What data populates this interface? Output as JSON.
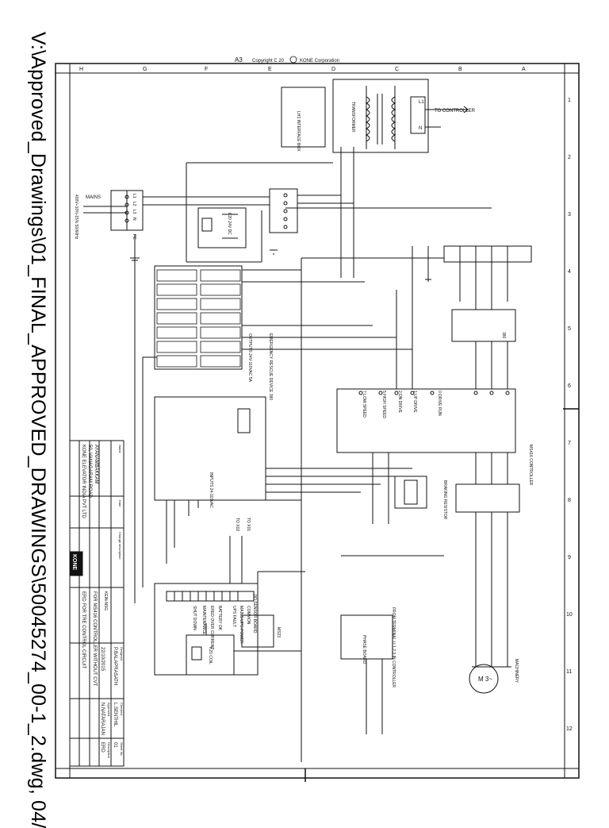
{
  "file_path": "V:\\Approved_Drawings\\01_FINAL_APPROVED_DRAWINGS\\50045274_00-1_2.dwg, 04/",
  "sheet": {
    "size": "A3",
    "copyright": "Copyright C 20",
    "company": "KONE Corporation",
    "col_letters": [
      "H",
      "G",
      "F",
      "E",
      "D",
      "C",
      "B",
      "A"
    ],
    "row_numbers": [
      "1",
      "2",
      "3",
      "4",
      "5",
      "6",
      "7",
      "8",
      "9",
      "10",
      "11",
      "12"
    ]
  },
  "labels": {
    "interface_box": "LH3 INTERFACE BOX",
    "transformer": "TRANSFORMER",
    "to_controller": "TO CONTROLLER",
    "mains": "MAINS",
    "mains_spec": "400V+10%-15% 50/60Hz",
    "l1": "L1",
    "l2": "L2",
    "l3": "L3",
    "n": "N",
    "pe": "PE",
    "relay_block": "K20 24V DC",
    "emergency_device": "EMERGENCY RESCUE DEVICE 380",
    "outputs": "OUTPUTS 24V-110VAC 5A",
    "inputs": "INPUTS 24-110VAC",
    "drive_run": "0 DRIVE RUN",
    "up_drive": "1 UP DRIVE",
    "dn_drive": "2 DN DRIVE",
    "high_speed": "5 HIGH SPEED",
    "low_speed": "7 LOW SPEED",
    "ms416_controller": "MS416 CONTROLLER",
    "ms_380": "380",
    "braking_resistor": "BRAKING RESISTOR",
    "machinery": "MACHINERY",
    "motor": "M 3~",
    "from_terminal": "FROM TERMINAL LL1,2,3 IN CONTROLLER",
    "phase_board": "PHASE BOARD",
    "k20_coil": "K20 COIL",
    "sensor_board": "JIO SENSOR BOARD",
    "common": "COMMON",
    "mains_ups": "MAINS UPS POWER",
    "ups_fault": "UPS FAULT",
    "battery_ok": "BATTERY OK",
    "ered_current": "ERED OVER CURRENT",
    "maintenance": "MAINTENANCE",
    "shut_down": "SHUT DOWN",
    "to_x01": "TO X01",
    "to_x02": "TO X02",
    "ms23": "MS23"
  },
  "title_block": {
    "company": "KONE ELEVATOR INDIA PVT LTD",
    "address1": "50, VANAGARAM ROAD",
    "address2": "AYANAMBAKKAM",
    "logo": "KONE",
    "title1": "ERD FOR TRE CONTROL CIRCUIT",
    "title2": "FOR MS416 CONTROLLER WITHOUT CVT",
    "drawn_by": "P.BALAPRASATH",
    "date": "22/10/2015",
    "checked_by": "L.SENTHIL",
    "approved_by": "N.NATARAJAN",
    "sheet_no": "01",
    "dwg_prefix": "KEIN-NSG",
    "dept": "ERD",
    "field_name": "Name",
    "field_date": "Date",
    "field_change": "Change description",
    "field_designed": "Designed",
    "field_checked": "Checked",
    "field_approved": "Approved",
    "field_sheet": "Sheet No",
    "field_description": "Description"
  },
  "colors": {
    "ink": "#111111",
    "paper": "#ffffff"
  }
}
